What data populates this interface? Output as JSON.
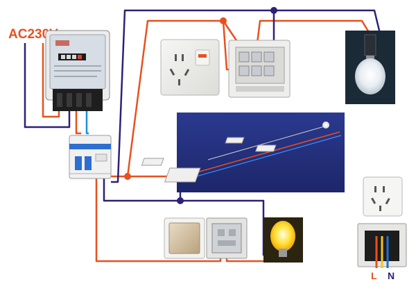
{
  "diagram": {
    "supply_label": "AC230V",
    "outlet_labels": {
      "live": "L",
      "neutral": "N"
    },
    "colors": {
      "live_wire": "#e8501e",
      "neutral_wire": "#2e1f78",
      "supply_label": "#e8501e",
      "outlet_live": "#e8501e",
      "outlet_neutral": "#2e1f78",
      "junction": "#e8501e",
      "neutral_junction": "#2e1f78",
      "panel_background": "#24317e"
    },
    "components": [
      {
        "name": "electricity-meter"
      },
      {
        "name": "circuit-breaker"
      },
      {
        "name": "wall-socket-with-switch"
      },
      {
        "name": "switch-socket-backplate"
      },
      {
        "name": "pendant-light-bulb"
      },
      {
        "name": "room-wiring-3d-illustration"
      },
      {
        "name": "wall-switch-front"
      },
      {
        "name": "wall-switch-back"
      },
      {
        "name": "glowing-light-bulb"
      },
      {
        "name": "outlet-front"
      },
      {
        "name": "outlet-back"
      }
    ]
  }
}
